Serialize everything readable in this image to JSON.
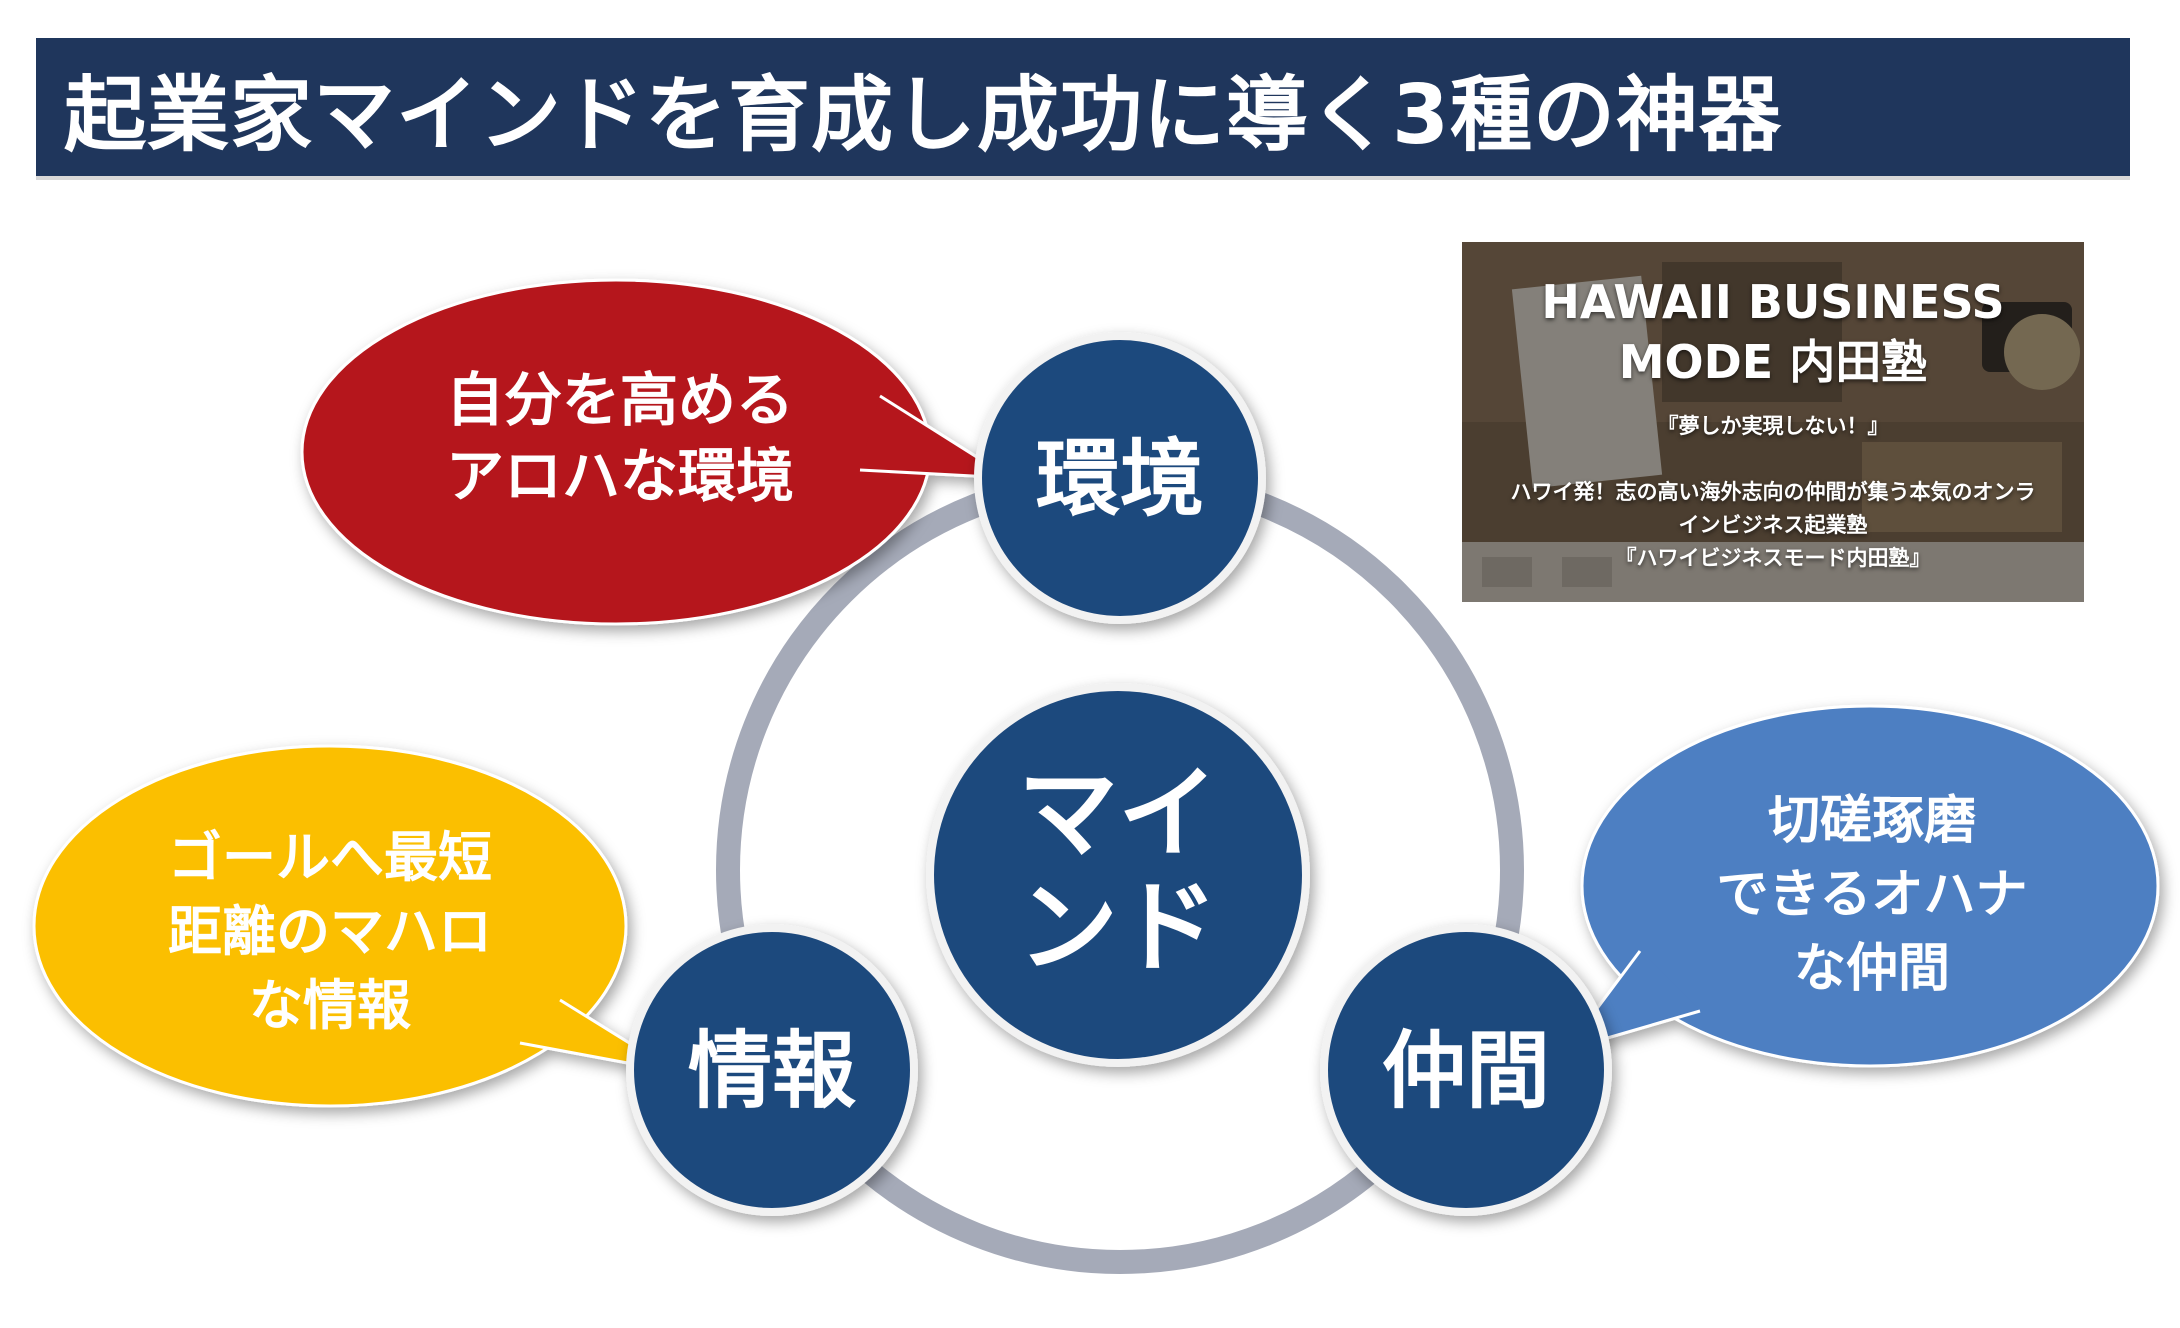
{
  "title": "起業家マインドを育成し成功に導く3種の神器",
  "center": {
    "line1": "マイ",
    "line2": "ンド"
  },
  "nodes": {
    "environment": "環境",
    "information": "情報",
    "companions": "仲間"
  },
  "bubbles": {
    "environment": {
      "line1": "自分を高める",
      "line2": "アロハな環境",
      "color": "#b5161b"
    },
    "information": {
      "line1": "ゴールへ最短",
      "line2": "距離のマハロ",
      "line3": "な情報",
      "color": "#fbbf00"
    },
    "companions": {
      "line1": "切磋琢磨",
      "line2": "できるオハナ",
      "line3": "な仲間",
      "color": "#4e7fc2"
    }
  },
  "promo": {
    "title_line1": "HAWAII BUSINESS",
    "title_line2": "MODE 内田塾",
    "tagline": "『夢しか実現しない！』",
    "desc_line1": "ハワイ発！志の高い海外志向の仲間が集う本気のオンラ",
    "desc_line2": "インビジネス起業塾",
    "desc_line3": "『ハワイビジネスモード内田塾』"
  },
  "colors": {
    "node_fill": "#1f497d",
    "node_border": "#f2f2f2",
    "ring": "#a5aab8",
    "title_bg": "#1f365c"
  }
}
